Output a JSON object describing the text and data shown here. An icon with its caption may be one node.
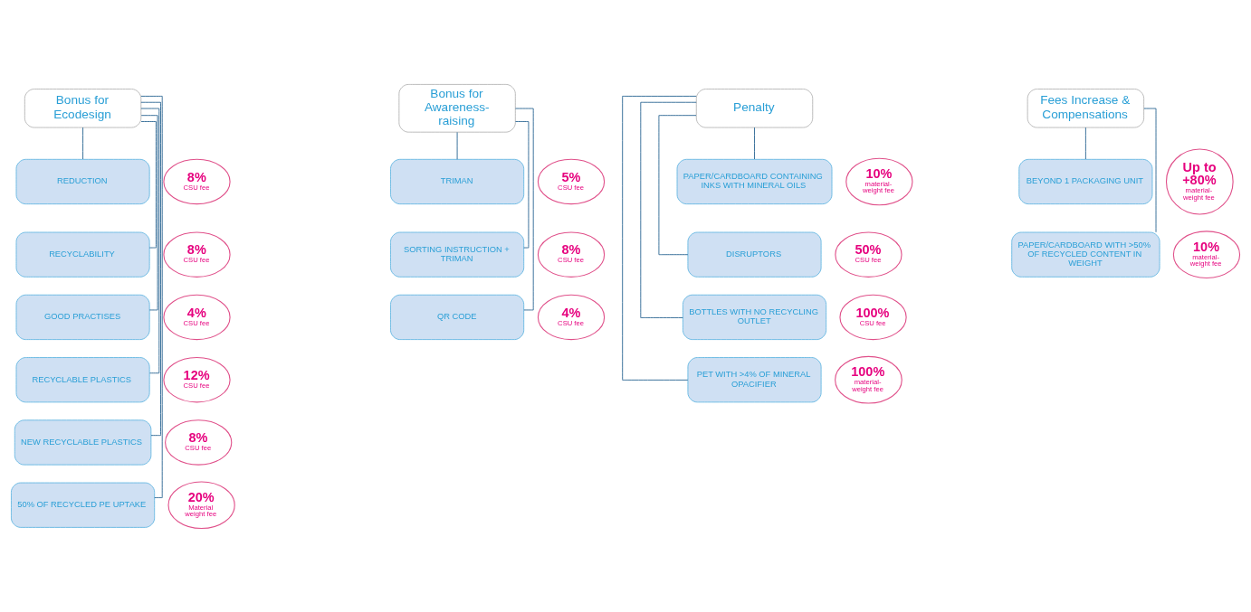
{
  "diagram": {
    "nodes": [
      {
        "text": [
          "Bonus for Ecodesign"
        ]
      },
      {
        "text": [
          "REDUCTION"
        ]
      },
      {
        "text": [
          "8%",
          "CSU fee"
        ]
      },
      {
        "text": [
          "RECYCLABILITY"
        ]
      },
      {
        "text": [
          "8%",
          "CSU fee"
        ]
      },
      {
        "text": [
          "GOOD PRACTISES"
        ]
      },
      {
        "text": [
          "4%",
          "CSU fee"
        ]
      },
      {
        "text": [
          "RECYCLABLE PLASTICS"
        ]
      },
      {
        "text": [
          "12%",
          "CSU fee"
        ]
      },
      {
        "text": [
          "NEW RECYCLABLE PLASTICS"
        ]
      },
      {
        "text": [
          "8%",
          "CSU fee"
        ]
      },
      {
        "text": [
          "50% OF RECYCLED PE UPTAKE"
        ]
      },
      {
        "text": [
          "20%",
          "Material weight fee"
        ]
      },
      {
        "text": [
          "Bonus for Awareness-raising"
        ]
      },
      {
        "text": [
          "TRIMAN"
        ]
      },
      {
        "text": [
          "5%",
          "CSU fee"
        ]
      },
      {
        "text": [
          "SORTING INSTRUCTION + TRIMAN"
        ]
      },
      {
        "text": [
          "8%",
          "CSU fee"
        ]
      },
      {
        "text": [
          "QR CODE"
        ]
      },
      {
        "text": [
          "4%",
          "CSU fee"
        ]
      },
      {
        "text": [
          "Penalty"
        ]
      },
      {
        "text": [
          "PAPER/CARDBOARD CONTAINING INKS WITH MINERAL OILS"
        ]
      },
      {
        "text": [
          "10%",
          "material-weight fee"
        ]
      },
      {
        "text": [
          "DISRUPTORS"
        ]
      },
      {
        "text": [
          "50%",
          "CSU fee"
        ]
      },
      {
        "text": [
          "BOTTLES WITH NO RECYCLING OUTLET"
        ]
      },
      {
        "text": [
          "100%",
          "CSU fee"
        ]
      },
      {
        "text": [
          "PET WITH >4% OF MINERAL OPACIFIER"
        ]
      },
      {
        "text": [
          "100%",
          "material-weight fee"
        ]
      },
      {
        "text": [
          "Fees Increase & Compensations"
        ]
      },
      {
        "text": [
          "BEYOND 1 PACKAGING UNIT"
        ]
      },
      {
        "text": [
          "Up to +80%",
          "material-weight fee"
        ]
      },
      {
        "text": [
          "PAPER/CARDBOARD WITH >50% OF RECYCLED CONTENT IN WEIGHT"
        ]
      },
      {
        "text": [
          "10%",
          "material-weight fee"
        ]
      }
    ],
    "edges": [
      {
        "from": 0,
        "to": 1,
        "arrow": "none"
      },
      {
        "from": 0,
        "to": 3,
        "arrow": "none"
      },
      {
        "from": 0,
        "to": 5,
        "arrow": "none"
      },
      {
        "from": 0,
        "to": 7,
        "arrow": "none"
      },
      {
        "from": 0,
        "to": 9,
        "arrow": "none"
      },
      {
        "from": 0,
        "to": 11,
        "arrow": "none"
      },
      {
        "from": 13,
        "to": 14,
        "arrow": "none"
      },
      {
        "from": 13,
        "to": 16,
        "arrow": "none"
      },
      {
        "from": 13,
        "to": 18,
        "arrow": "none"
      },
      {
        "from": 20,
        "to": 21,
        "arrow": "none"
      },
      {
        "from": 20,
        "to": 23,
        "arrow": "none"
      },
      {
        "from": 20,
        "to": 25,
        "arrow": "none"
      },
      {
        "from": 20,
        "to": 27,
        "arrow": "none"
      },
      {
        "from": 29,
        "to": 30,
        "arrow": "none"
      },
      {
        "from": 29,
        "to": 32,
        "arrow": "none"
      }
    ]
  }
}
